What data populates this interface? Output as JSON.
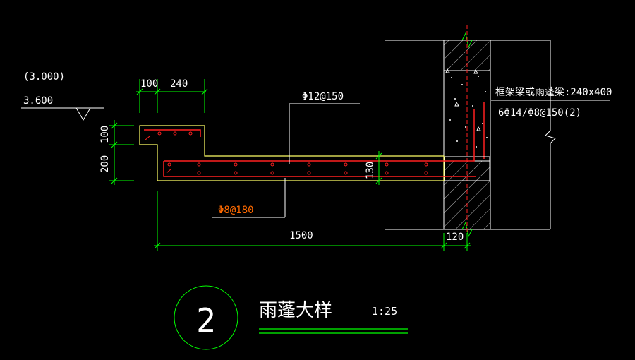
{
  "elevation": {
    "upper": "(3.000)",
    "lower": "3.600"
  },
  "dims": {
    "top_a": "100",
    "top_b": "240",
    "left_upper": "100",
    "left_lower": "200",
    "slab_thk": "130",
    "span": "1500",
    "wall": "120"
  },
  "rebar": {
    "top_label": "Φ12@150",
    "bottom_label": "Φ8@180"
  },
  "beam": {
    "line1": "框架梁或雨蓬梁:240x400",
    "line2": "6Φ14/Φ8@150(2)"
  },
  "title": {
    "number": "2",
    "name": "雨蓬大样",
    "scale": "1:25"
  },
  "colors": {
    "background": "#000000",
    "green": "#00ff00",
    "white": "#ffffff",
    "yellow": "#ffff66",
    "red": "#ff2020",
    "orange": "#ff6a00",
    "hatch": "#c0c0c0"
  }
}
